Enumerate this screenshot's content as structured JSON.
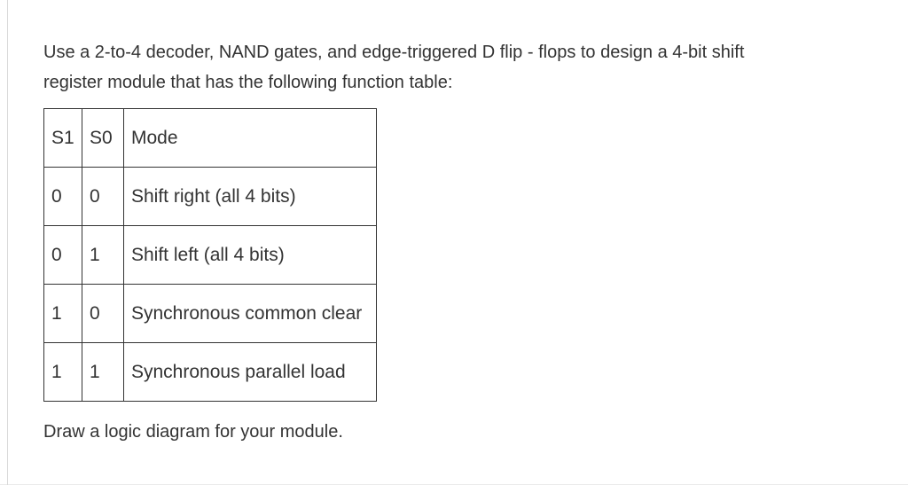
{
  "page": {
    "background": "#ffffff",
    "text_color": "#333333",
    "table_border_color": "#333333",
    "left_rule_color": "#d9d9d9"
  },
  "question": {
    "lines": [
      "Use a 2-to-4 decoder, NAND gates, and edge-triggered D flip - flops to design a 4-bit shift",
      "register module that has the following function table:"
    ]
  },
  "function_table": {
    "headers": [
      "S1",
      "S0",
      "Mode"
    ],
    "rows": [
      [
        "0",
        "0",
        "Shift right (all 4 bits)"
      ],
      [
        "0",
        "1",
        "Shift left (all 4 bits)"
      ],
      [
        "1",
        "0",
        "Synchronous common clear"
      ],
      [
        "1",
        "1",
        "Synchronous parallel load"
      ]
    ]
  },
  "footer": {
    "text": "Draw a logic diagram for your module."
  }
}
